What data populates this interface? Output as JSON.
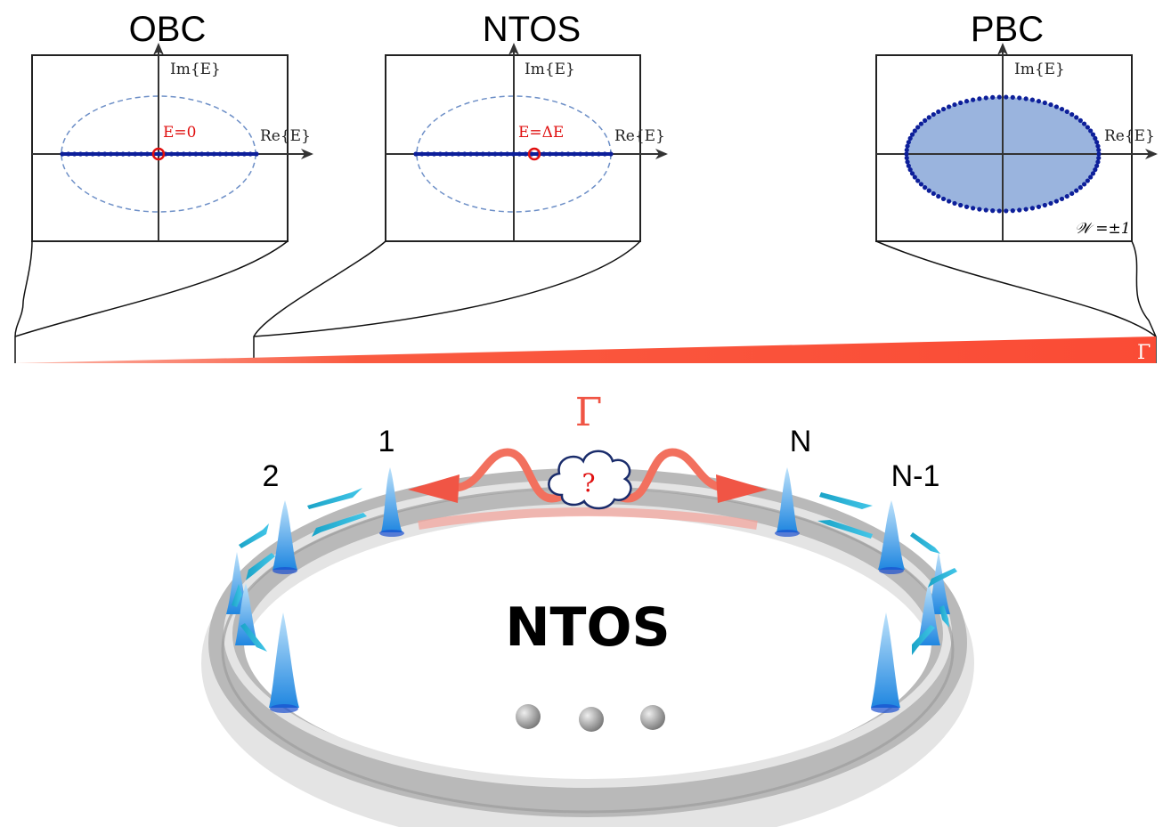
{
  "panels": [
    {
      "id": "obc",
      "title": "OBC",
      "y_axis_label": "Im{E}",
      "x_axis_label": "Re{E}",
      "marker_label": "E=0",
      "spectrum": "line",
      "marker_re": 0
    },
    {
      "id": "ntos",
      "title": "NTOS",
      "y_axis_label": "Im{E}",
      "x_axis_label": "Re{E}",
      "marker_label": "E=ΔE",
      "spectrum": "line",
      "marker_re": 0.2
    },
    {
      "id": "pbc",
      "title": "PBC",
      "y_axis_label": "Im{E}",
      "x_axis_label": "Re{E}",
      "winding_label": "𝒲 =±1",
      "spectrum": "ellipse"
    }
  ],
  "gradient_bar": {
    "label": "Γ",
    "color": "#fa4b35"
  },
  "ring": {
    "center_label": "NTOS",
    "coupling_label": "Γ",
    "unknown_label": "?",
    "site_labels": {
      "s1": "1",
      "s2": "2",
      "sN": "N",
      "sN1": "N-1"
    }
  },
  "colors": {
    "spectrum": "#0d1f9a",
    "ellipse_fill": "#9ab4de",
    "dashed": "#6d8fc7",
    "marker": "#e01010",
    "gamma": "#f05545",
    "peak": "#3aa7e6"
  }
}
